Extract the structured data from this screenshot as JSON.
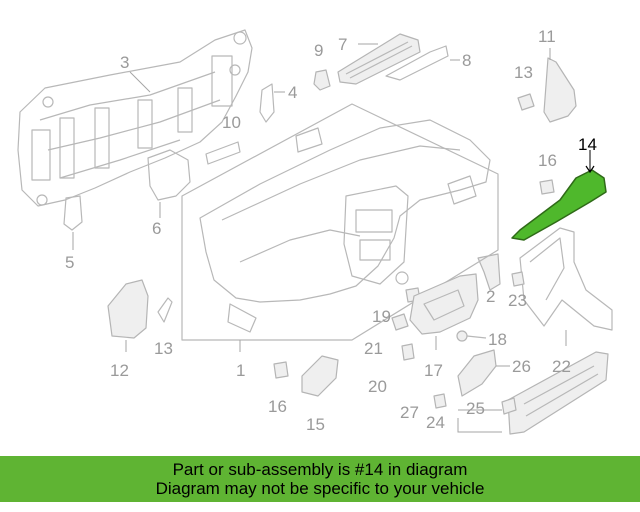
{
  "colors": {
    "banner_bg": "#5fb433",
    "highlight_part": "#4fb82c",
    "diagram_line": "#b8b8b8",
    "label_gray": "#9a9a9a",
    "label_highlight": "#000000"
  },
  "highlighted_part": "14",
  "labels": {
    "p1": "1",
    "p2": "2",
    "p3": "3",
    "p4": "4",
    "p5": "5",
    "p6": "6",
    "p7": "7",
    "p8": "8",
    "p9": "9",
    "p10": "10",
    "p11": "11",
    "p12": "12",
    "p13a": "13",
    "p13b": "13",
    "p14": "14",
    "p15": "15",
    "p16a": "16",
    "p16b": "16",
    "p17": "17",
    "p18": "18",
    "p19": "19",
    "p20": "20",
    "p21": "21",
    "p22": "22",
    "p23": "23",
    "p24": "24",
    "p25": "25",
    "p26": "26",
    "p27": "27"
  },
  "banner": {
    "line1": "Part or sub-assembly is #14 in diagram",
    "line2": "Diagram may not be specific to your vehicle"
  }
}
